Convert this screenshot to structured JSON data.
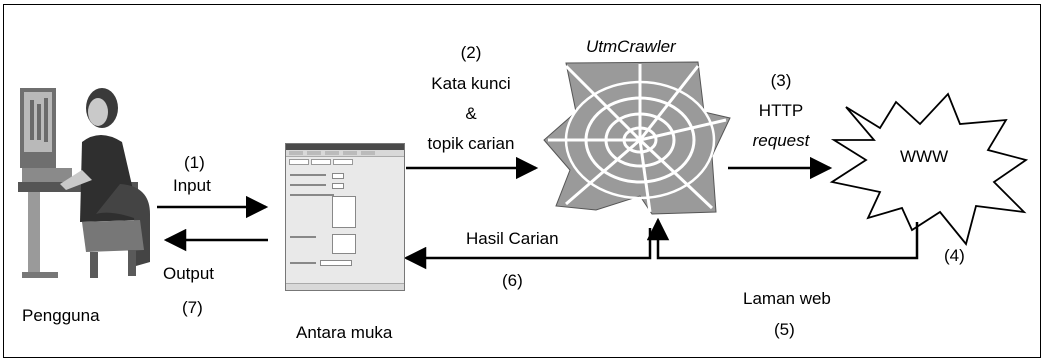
{
  "labels": {
    "pengguna": "Pengguna",
    "step1": "(1)",
    "input": "Input",
    "output": "Output",
    "step7": "(7)",
    "antara_muka": "Antara muka",
    "step2": "(2)",
    "kata_kunci": "Kata kunci",
    "ampersand": "&",
    "topik_carian": "topik carian",
    "crawler": "UtmCrawler",
    "step3": "(3)",
    "http": "HTTP",
    "request": "request",
    "www": "WWW",
    "step4": "(4)",
    "hasil_carian": "Hasil Carian",
    "step6": "(6)",
    "laman_web": "Laman web",
    "step5": "(5)"
  },
  "icons": {
    "user": "person-at-computer-icon",
    "interface": "ui-window-screenshot",
    "crawler": "spider-web-icon",
    "www": "explosion-burst-shape"
  },
  "colors": {
    "line": "#000000",
    "web_background": "#9a9a9a",
    "web_threads": "#ffffff",
    "background": "#ffffff"
  }
}
